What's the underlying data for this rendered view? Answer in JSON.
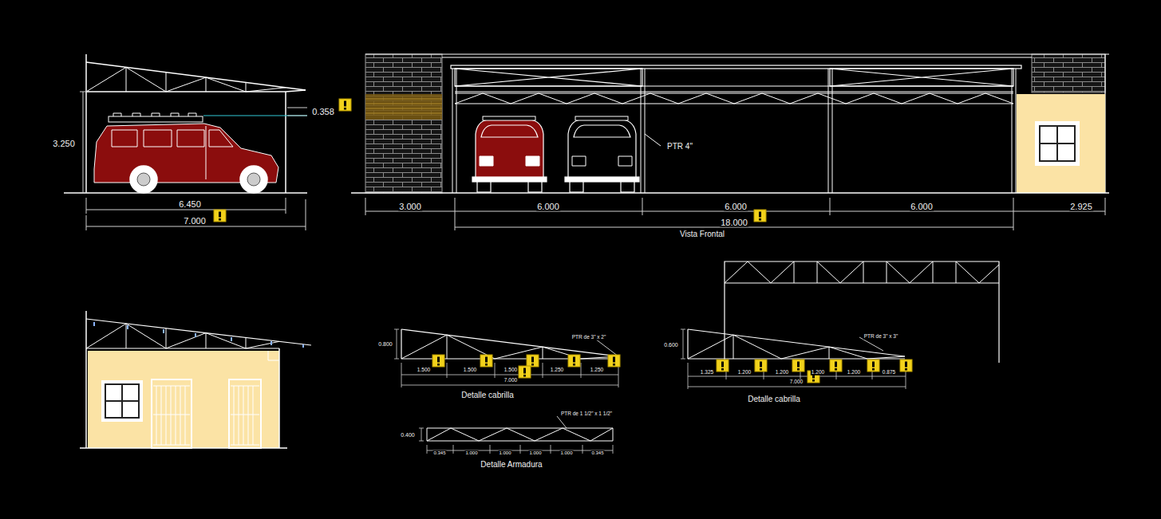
{
  "diagram": {
    "labels": [
      "0.358",
      "3.250",
      "6.450",
      "7.000",
      "3.000",
      "6.000",
      "6.000",
      "6.000",
      "2.925",
      "18.000",
      "Vista Frontal",
      "PTR 4\"",
      "0.800",
      "1.500",
      "1.500",
      "1.500",
      "1.250",
      "1.250",
      "7.000",
      "PTR de 3\" x 2\"",
      "Detalle cabrilla",
      "0.400",
      "0.345",
      "1.000",
      "1.000",
      "1.000",
      "1.000",
      "0.345",
      "PTR de 1 1/2\" x 1 1/2\"",
      "Detalle Armadura",
      "0.600",
      "1.325",
      "1.200",
      "1.200",
      "1.200",
      "1.200",
      "0.875",
      "7.000",
      "PTR de 3\" x 3\"",
      "Detalle cabrilla"
    ]
  }
}
